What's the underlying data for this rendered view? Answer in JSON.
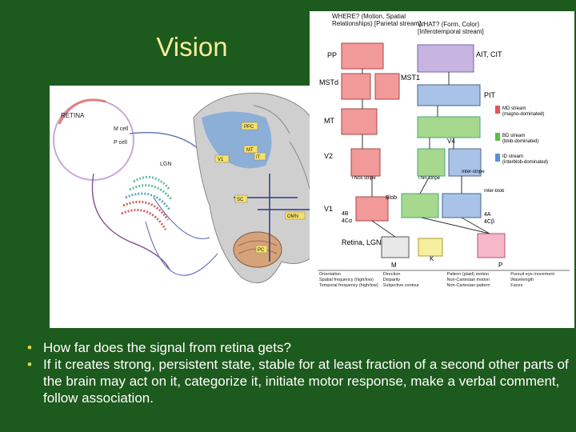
{
  "slide": {
    "title": "Vision",
    "bullets": [
      "How far does the signal from retina gets?",
      "If it creates strong, persistent state, stable for at least fraction of a second other parts of the brain may act on it, categorize it, initiate motor response, make a verbal comment, follow association."
    ]
  },
  "brain_figure": {
    "labels": {
      "retina": "RETINA",
      "m_cell": "M cell",
      "p_cell": "P cell",
      "lgn": "LGN",
      "v1": "V1",
      "ppc": "PPC",
      "mt": "MT",
      "it": "IT",
      "sc": "SC",
      "omn": "OMN",
      "pc": "PC"
    }
  },
  "pathway_chart": {
    "where_header": "WHERE? (Motion, Spatial Relationships) [Parietal stream]",
    "what_header": "WHAT? (Form, Color) [Inferotemporal stream]",
    "areas": {
      "pp": "PP",
      "mstd": "MSTd",
      "mst1": "MST1",
      "ait_cit": "AIT, CIT",
      "pit": "PIT",
      "mt": "MT",
      "v4": "V4",
      "v2": "V2",
      "thick_stripe": "Thick stripe",
      "thin_stripe": "Thin stripe",
      "interstripe": "Inter-stripe",
      "blob": "Blob",
      "interblob": "Inter-blob",
      "v1": "V1",
      "layer_4b": "4B",
      "layer_4ca": "4Cα",
      "layer_4a": "4A",
      "layer_4cb": "4Cβ",
      "retina_lgn": "Retina, LGN",
      "m": "M",
      "k": "K",
      "p": "P"
    },
    "legend_streams": [
      {
        "name": "MD stream",
        "sub": "(magno-dominated)",
        "color": "#e25555"
      },
      {
        "name": "BD stream",
        "sub": "(blob-dominated)",
        "color": "#5cbf4a"
      },
      {
        "name": "ID stream",
        "sub": "(interblob-dominated)",
        "color": "#5a8fd6"
      }
    ],
    "legend_features": [
      "Orientation",
      "Direction",
      "Pattern (plaid) motion",
      "Pursuit eye movement",
      "Spatial frequency (high/low)",
      "Disparity",
      "Non-Cartesian motion",
      "Wavelength",
      "Temporal frequency (high/low)",
      "Subjective contour",
      "Non-Cartesian pattern",
      "Faces"
    ]
  },
  "colors": {
    "background": "#1d5a1d",
    "title": "#f4ee9a",
    "bullet_marker": "#e8d44a",
    "red_box": "#f29a9a",
    "green_box": "#a6d88e",
    "blue_box": "#a9c3e8",
    "pink_box": "#f6b7c8"
  }
}
